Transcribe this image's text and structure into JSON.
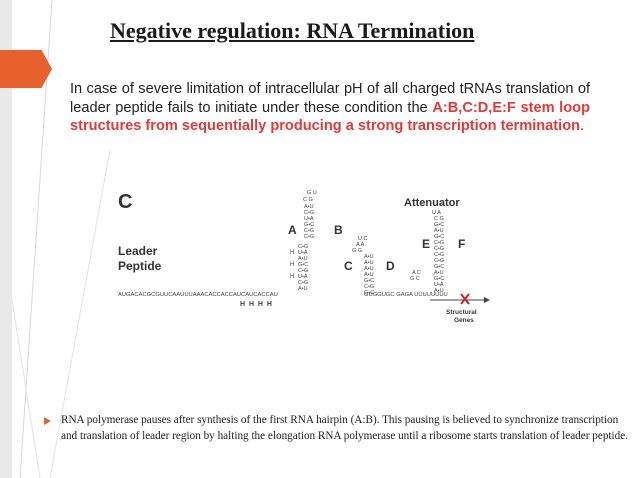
{
  "title": "Negative regulation: RNA Termination",
  "paragraph": {
    "part1": "In case of severe limitation of intracellular pH of all charged tRNAs translation of leader peptide fails to initiate under these condition the ",
    "highlight": "A:B,C:D,E:F stem loop structures from sequentially producing a strong transcription termination",
    "part2": "."
  },
  "figure": {
    "panel_label": "C",
    "attenuator_label": "Attenuator",
    "leader_label_line1": "Leader",
    "leader_label_line2": "Peptide",
    "sequence": "AUGACACGCGUUCAAUUUAAACACCACCAUCAUCACCAU",
    "sequence_right": "GUGGUGC GAGA UUUUUUUU",
    "h_marks": "H  H  H  H",
    "structural_line1": "Structural",
    "structural_line2": "Genes",
    "stem_labels": [
      "A",
      "B",
      "C",
      "D",
      "E",
      "F"
    ],
    "colors": {
      "stop_x": "#cc2222",
      "ink": "#333333"
    }
  },
  "bullet": {
    "text": "RNA polymerase pauses after synthesis of the first RNA hairpin (A:B). This pausing is believed to synchronize transcription and translation of leader region by halting the elongation RNA polymerase until a ribosome starts translation of leader peptide."
  },
  "colors": {
    "accent": "#e8612c",
    "highlight": "#e53935"
  }
}
